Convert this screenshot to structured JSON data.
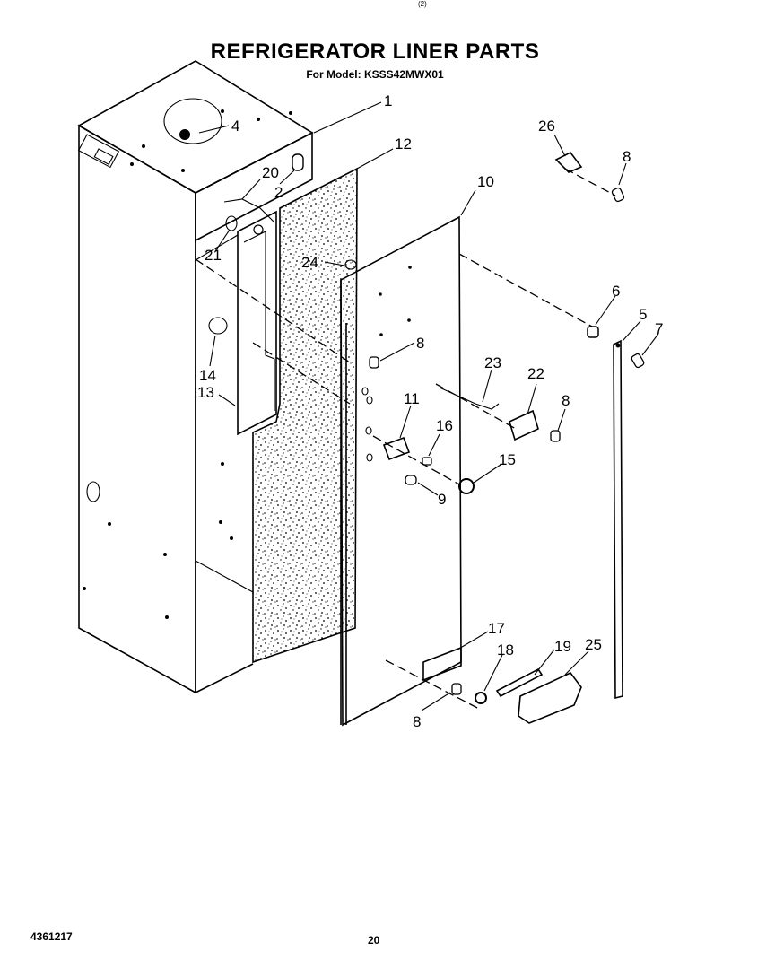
{
  "header": {
    "title": "REFRIGERATOR LINER PARTS",
    "subtitle": "For Model: KSSS42MWX01",
    "top_mark": "(2)"
  },
  "footer": {
    "doc_number": "4361217",
    "page_number": "20"
  },
  "callouts": {
    "p1": "1",
    "p2": "2",
    "p4": "4",
    "p5": "5",
    "p6": "6",
    "p7": "7",
    "p8a": "8",
    "p8b": "8",
    "p8c": "8",
    "p8d": "8",
    "p9": "9",
    "p10": "10",
    "p11": "11",
    "p12": "12",
    "p13": "13",
    "p14": "14",
    "p15": "15",
    "p16": "16",
    "p17": "17",
    "p18": "18",
    "p19": "19",
    "p20": "20",
    "p21": "21",
    "p22": "22",
    "p23": "23",
    "p24": "24",
    "p25": "25",
    "p26": "26"
  }
}
